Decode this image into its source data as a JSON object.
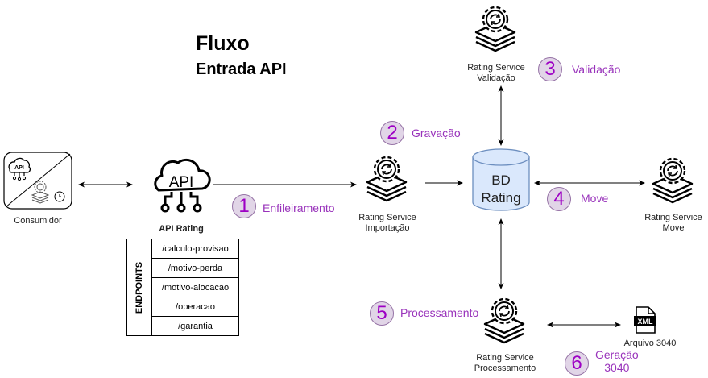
{
  "title": {
    "main": "Fluxo",
    "sub": "Entrada API"
  },
  "nodes": {
    "consumer": {
      "label": "Consumidor",
      "icon": "api-service-composite-icon"
    },
    "api": {
      "label": "API Rating",
      "icon": "api-cloud-icon",
      "icon_text": "API"
    },
    "importacao": {
      "label_line1": "Rating Service",
      "label_line2": "Importação"
    },
    "validacao": {
      "label_line1": "Rating Service",
      "label_line2": "Validação"
    },
    "move": {
      "label_line1": "Rating Service",
      "label_line2": "Move"
    },
    "processamento": {
      "label_line1": "Rating Service",
      "label_line2": "Processamento"
    },
    "database": {
      "line1": "BD",
      "line2": "Rating"
    },
    "xml_file": {
      "label": "Arquivo 3040",
      "icon_text": "XML"
    }
  },
  "endpoints": {
    "header": "ENDPOINTS",
    "items": [
      "/calculo-provisao",
      "/motivo-perda",
      "/motivo-alocacao",
      "/operacao",
      "/garantia"
    ]
  },
  "steps": [
    {
      "number": "1",
      "label": "Enfileiramento"
    },
    {
      "number": "2",
      "label": "Gravação"
    },
    {
      "number": "3",
      "label": "Validação"
    },
    {
      "number": "4",
      "label": "Move"
    },
    {
      "number": "5",
      "label": "Processamento"
    },
    {
      "number": "6",
      "label_line1": "Geração",
      "label_line2": "3040"
    }
  ],
  "colors": {
    "step_fill": "#e1d5e7",
    "step_stroke": "#9673a6",
    "step_text": "#9933bb",
    "db_fill": "#dae8fc",
    "db_stroke": "#6c8ebf"
  }
}
